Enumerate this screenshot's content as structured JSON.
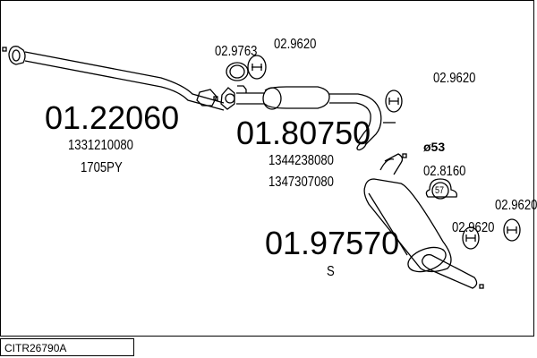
{
  "parts": [
    {
      "number": "01.22060",
      "refs": [
        "1331210080",
        "1705PY"
      ]
    },
    {
      "number": "01.80750",
      "refs": [
        "1344238080",
        "1347307080"
      ]
    },
    {
      "number": "01.97570",
      "refs": [
        "S"
      ]
    }
  ],
  "accessories": [
    "02.9763",
    "02.9620",
    "02.9620",
    "02.8160",
    "02.9620",
    "02.9620"
  ],
  "clamp_size": "57",
  "diameter_label": "ø53",
  "vehicle_code": "CITR26790A"
}
